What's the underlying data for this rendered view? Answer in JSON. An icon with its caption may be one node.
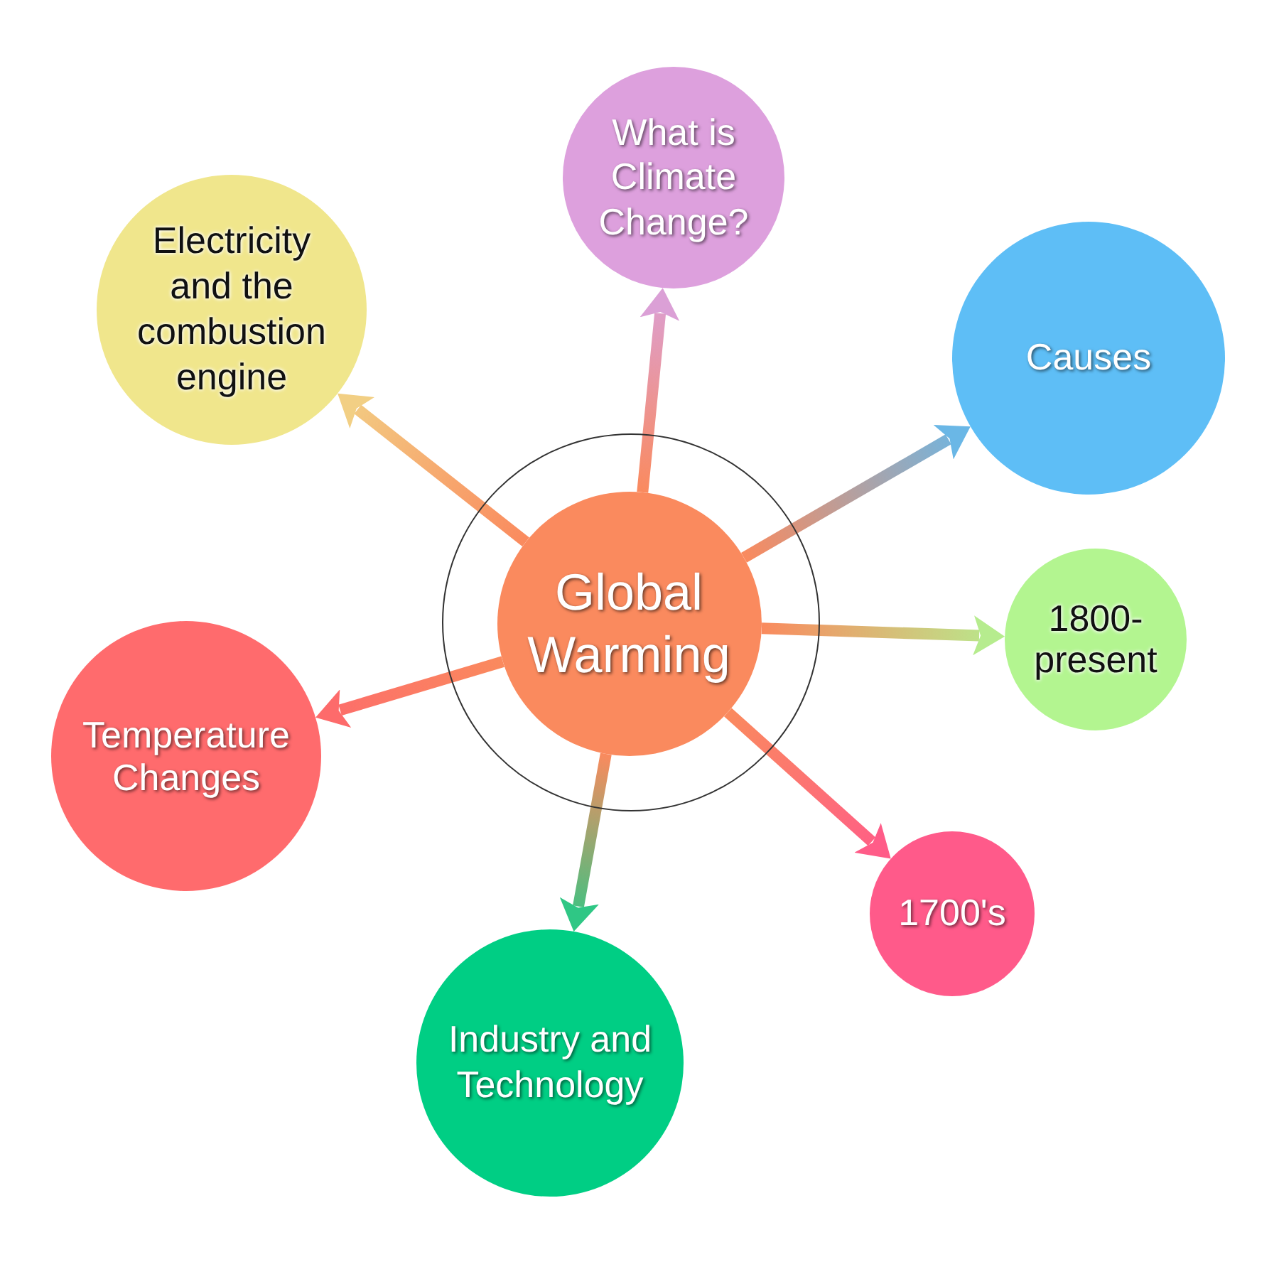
{
  "diagram": {
    "nodes": [
      {
        "text": [],
        "shape": "circle"
      },
      {
        "text": [
          "Global Warming"
        ],
        "in": 0
      },
      {
        "text": [
          "What is Climate Change?"
        ]
      },
      {
        "text": [
          "Causes"
        ]
      },
      {
        "text": [
          "1800-present"
        ]
      },
      {
        "text": [
          "1700's"
        ]
      },
      {
        "text": [
          "Industry and Technology"
        ]
      },
      {
        "text": [
          "Temperature Changes"
        ]
      },
      {
        "text": [
          "Electricity and the combustion engine"
        ]
      }
    ],
    "edges": [
      {
        "from": 1,
        "to": 2,
        "arrow": "to",
        "color": "#dba0d6"
      },
      {
        "from": 1,
        "to": 3,
        "arrow": "to",
        "color": "#6ab7e6"
      },
      {
        "from": 1,
        "to": 4,
        "arrow": "to",
        "color": "#b6ec8e"
      },
      {
        "from": 1,
        "to": 5,
        "arrow": "to",
        "color": "#ff5c88"
      },
      {
        "from": 1,
        "to": 6,
        "arrow": "to",
        "color": "#2fc785"
      },
      {
        "from": 1,
        "to": 7,
        "arrow": "to",
        "color": "#fd6b6b"
      },
      {
        "from": 1,
        "to": 8,
        "arrow": "to",
        "color": "#f2cf84"
      }
    ]
  }
}
